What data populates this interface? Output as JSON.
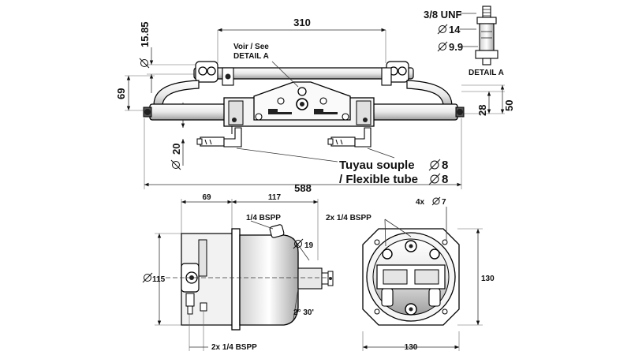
{
  "top_view": {
    "dim_310": "310",
    "dim_15_85": "15.85",
    "dim_69": "69",
    "dim_20": "20",
    "dim_28": "28",
    "dim_50": "50",
    "dim_588": "588",
    "callout_see_detail_line1": "Voir / See",
    "callout_see_detail_line2": "DETAIL A",
    "tube_label_line1": "Tuyau souple",
    "tube_label_line1_dia": "8",
    "tube_label_line2": "/ Flexible tube",
    "tube_label_line2_dia": "8"
  },
  "detail_a": {
    "thread": "3/8 UNF",
    "dia_14": "14",
    "dia_9_9": "9.9",
    "title": "DETAIL A"
  },
  "side_view": {
    "dim_69": "69",
    "dim_117": "117",
    "dia_115": "115",
    "dia_19": "19",
    "angle": "2° 30'",
    "port_top": "1/4 BSPP",
    "port_bottom": "2x 1/4 BSPP"
  },
  "front_view": {
    "ports": "2x 1/4 BSPP",
    "holes": "4x",
    "holes_dia": "7",
    "dim_130_h": "130",
    "dim_130_w": "130"
  },
  "colors": {
    "line": "#000000",
    "fill_light": "#f2f2f2",
    "fill_mid": "#d9d9d9",
    "fill_dark": "#9a9a9a"
  }
}
